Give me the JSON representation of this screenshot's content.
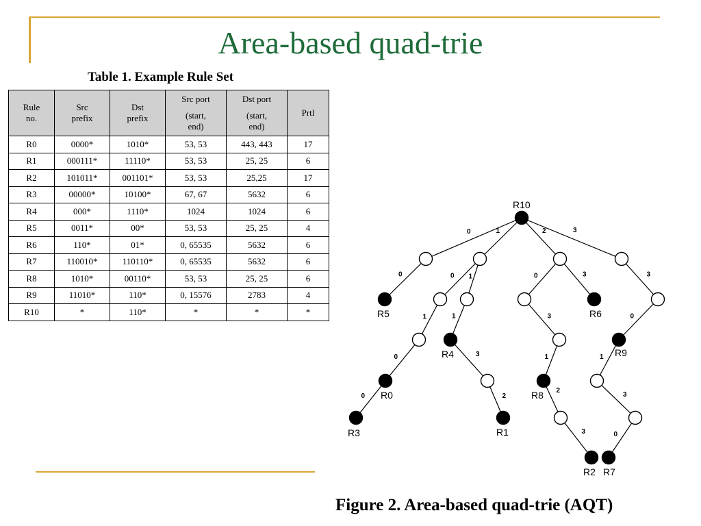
{
  "slide": {
    "title": "Area-based quad-trie"
  },
  "table": {
    "caption": "Table 1. Example Rule Set",
    "headers": [
      [
        "Rule",
        "no."
      ],
      [
        "Src",
        "prefix"
      ],
      [
        "Dst",
        "prefix"
      ],
      [
        "Src port",
        "(start,",
        "end)"
      ],
      [
        "Dst port",
        "(start,",
        "end)"
      ],
      [
        "Prtl"
      ]
    ],
    "rows": [
      [
        "R0",
        "0000*",
        "1010*",
        "53, 53",
        "443, 443",
        "17"
      ],
      [
        "R1",
        "000111*",
        "11110*",
        "53, 53",
        "25, 25",
        "6"
      ],
      [
        "R2",
        "101011*",
        "001101*",
        "53, 53",
        "25,25",
        "17"
      ],
      [
        "R3",
        "00000*",
        "10100*",
        "67, 67",
        "5632",
        "6"
      ],
      [
        "R4",
        "000*",
        "1110*",
        "1024",
        "1024",
        "6"
      ],
      [
        "R5",
        "0011*",
        "00*",
        "53, 53",
        "25, 25",
        "4"
      ],
      [
        "R6",
        "110*",
        "01*",
        "0, 65535",
        "5632",
        "6"
      ],
      [
        "R7",
        "110010*",
        "110110*",
        "0, 65535",
        "5632",
        "6"
      ],
      [
        "R8",
        "1010*",
        "00110*",
        "53, 53",
        "25, 25",
        "6"
      ],
      [
        "R9",
        "11010*",
        "110*",
        "0, 15576",
        "2783",
        "4"
      ],
      [
        "R10",
        "*",
        "110*",
        "*",
        "*",
        "*"
      ]
    ]
  },
  "tree": {
    "nodes": [
      {
        "id": "root",
        "label": "R10",
        "rule": true
      },
      {
        "id": "n0",
        "label": "",
        "rule": false
      },
      {
        "id": "n1",
        "label": "",
        "rule": false
      },
      {
        "id": "n2",
        "label": "",
        "rule": false
      },
      {
        "id": "n3",
        "label": "",
        "rule": false
      },
      {
        "id": "r5",
        "label": "R5",
        "rule": true
      },
      {
        "id": "n10",
        "label": "",
        "rule": false
      },
      {
        "id": "n11",
        "label": "",
        "rule": false
      },
      {
        "id": "n20",
        "label": "",
        "rule": false
      },
      {
        "id": "r6",
        "label": "R6",
        "rule": true
      },
      {
        "id": "n33",
        "label": "",
        "rule": false
      },
      {
        "id": "n101",
        "label": "",
        "rule": false
      },
      {
        "id": "r4",
        "label": "R4",
        "rule": true
      },
      {
        "id": "n203",
        "label": "",
        "rule": false
      },
      {
        "id": "r9",
        "label": "R9",
        "rule": true
      },
      {
        "id": "r0",
        "label": "R0",
        "rule": true
      },
      {
        "id": "n113",
        "label": "",
        "rule": false
      },
      {
        "id": "r8",
        "label": "R8",
        "rule": true
      },
      {
        "id": "n3301",
        "label": "",
        "rule": false
      },
      {
        "id": "r3",
        "label": "R3",
        "rule": true
      },
      {
        "id": "r1",
        "label": "R1",
        "rule": true
      },
      {
        "id": "n20312",
        "label": "",
        "rule": false
      },
      {
        "id": "n33013",
        "label": "",
        "rule": false
      },
      {
        "id": "r2",
        "label": "R2",
        "rule": true
      },
      {
        "id": "r7",
        "label": "R7",
        "rule": true
      }
    ],
    "edges": [
      {
        "from": "root",
        "to": "n0",
        "label": "0"
      },
      {
        "from": "root",
        "to": "n1",
        "label": "1"
      },
      {
        "from": "root",
        "to": "n2",
        "label": "2"
      },
      {
        "from": "root",
        "to": "n3",
        "label": "3"
      },
      {
        "from": "n0",
        "to": "r5",
        "label": "0"
      },
      {
        "from": "n1",
        "to": "n10",
        "label": "0"
      },
      {
        "from": "n1",
        "to": "n11",
        "label": "1"
      },
      {
        "from": "n2",
        "to": "n20",
        "label": "0"
      },
      {
        "from": "n2",
        "to": "r6",
        "label": "3"
      },
      {
        "from": "n3",
        "to": "n33",
        "label": "3"
      },
      {
        "from": "n10",
        "to": "n101",
        "label": "1"
      },
      {
        "from": "n11",
        "to": "r4",
        "label": "1"
      },
      {
        "from": "n20",
        "to": "n203",
        "label": "3"
      },
      {
        "from": "n33",
        "to": "r9",
        "label": "0"
      },
      {
        "from": "n101",
        "to": "r0",
        "label": "0"
      },
      {
        "from": "r4",
        "to": "n113",
        "label": "3"
      },
      {
        "from": "n203",
        "to": "r8",
        "label": "1"
      },
      {
        "from": "r9",
        "to": "n3301",
        "label": "1"
      },
      {
        "from": "r0",
        "to": "r3",
        "label": "0"
      },
      {
        "from": "n113",
        "to": "r1",
        "label": "2"
      },
      {
        "from": "r8",
        "to": "n20312",
        "label": "2"
      },
      {
        "from": "n3301",
        "to": "n33013",
        "label": "3"
      },
      {
        "from": "n20312",
        "to": "r2",
        "label": "3"
      },
      {
        "from": "n33013",
        "to": "r7",
        "label": "0"
      }
    ]
  },
  "figure": {
    "caption": "Figure 2. Area-based quad-trie (AQT)"
  }
}
